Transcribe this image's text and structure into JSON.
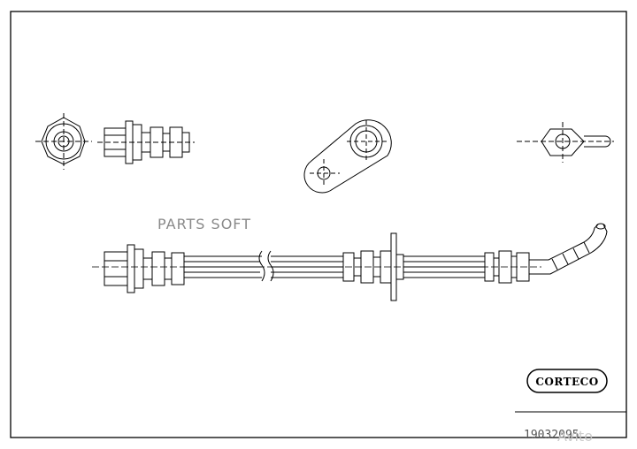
{
  "watermark": "PARTS SOFT",
  "brand": "CORTECO",
  "part_number": "19032095",
  "overlay_mark": "Avito",
  "colors": {
    "line": "#000000",
    "background": "#ffffff",
    "watermark": "#8a8a8a"
  }
}
